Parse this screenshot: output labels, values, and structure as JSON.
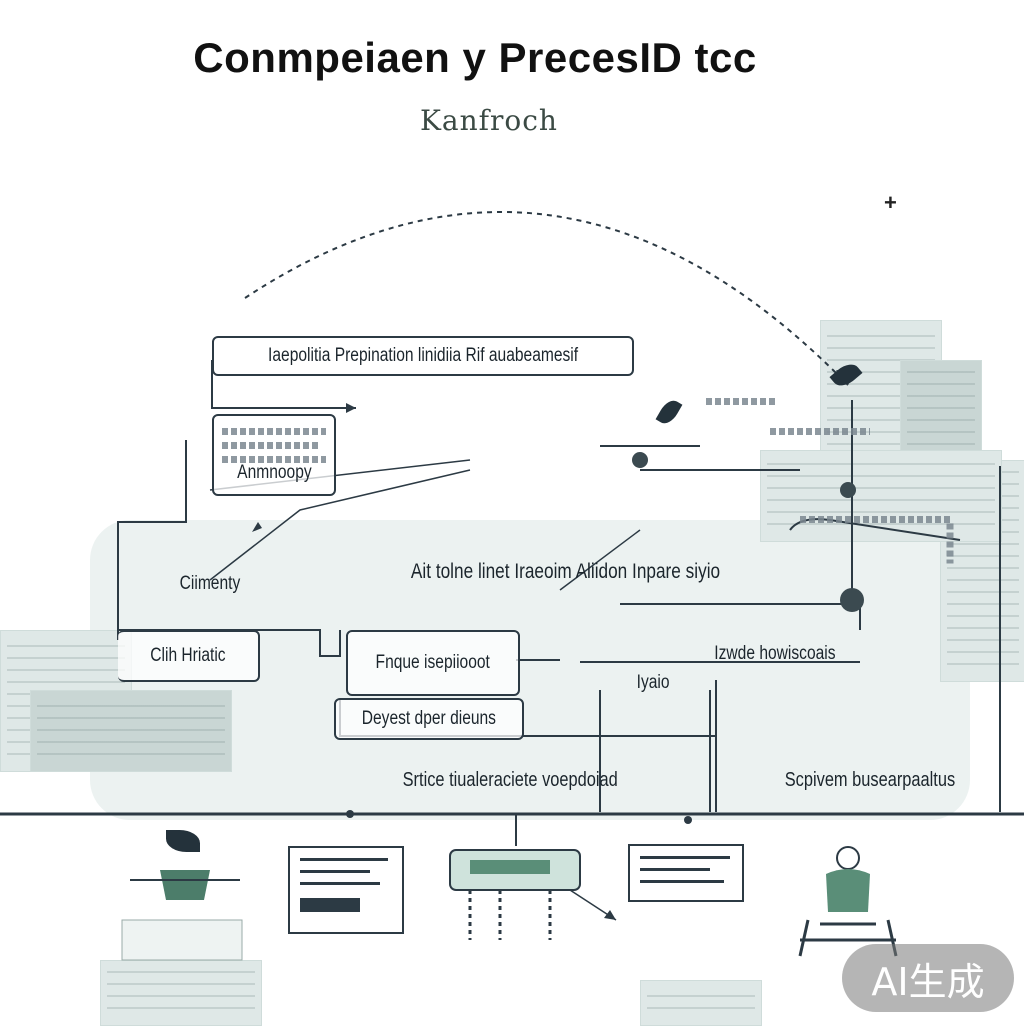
{
  "title": "Conmpeiaen y PrecesID tcc",
  "subtitle": "Kanfroch",
  "corner_mark": "+",
  "boxes": {
    "top_banner": "Iaepolitia Prepination linidiia Rif auabeamesif",
    "left_small": "Anmnoopy",
    "left_label": "Ciimenty",
    "middle_wide": "Ait tolne linet  Iraeoim Aliidon Inpare siyio",
    "clih": "Clih Hriatic",
    "fnque": "Fnque isepiiooot",
    "twwde": "Izwde howiscoais",
    "iyaio": "Iyaio",
    "deyest": "Deyest dper dieuns",
    "sritce": "Srtice tiualeraciete voepdoiad",
    "scpivem": "Scpivem busearpaaltus"
  },
  "watermark": "AI生成",
  "colors": {
    "line": "#2c3a44",
    "accent": "#5a8e78",
    "haze": "#e9f0ef"
  }
}
